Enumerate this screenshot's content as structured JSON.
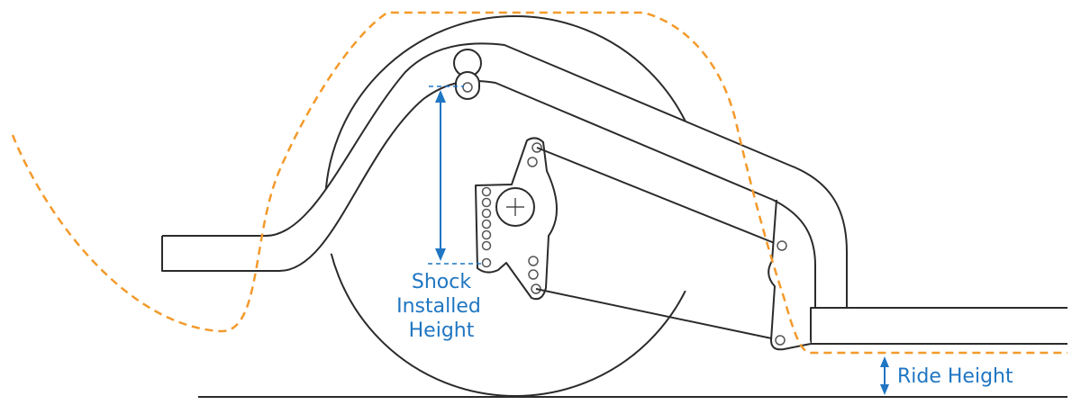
{
  "labels": {
    "shock_line1": "Shock",
    "shock_line2": "Installed",
    "shock_line3": "Height",
    "ride_height": "Ride Height"
  },
  "colors": {
    "outline": "#2b2b2b",
    "dimension": "#1f76c2",
    "body_line": "#f39a2b"
  }
}
